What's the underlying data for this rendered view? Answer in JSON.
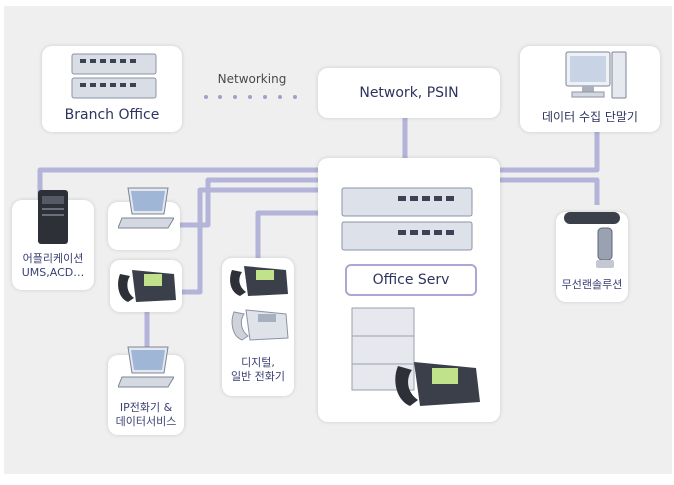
{
  "nodes": {
    "branch_office": "Branch Office",
    "networking": "Networking",
    "network_psin": "Network, PSIN",
    "data_terminal": "데이터 수집 단말기",
    "application_line1": "어플리케이션",
    "application_line2": "UMS,ACD…",
    "office_serv": "Office Serv",
    "wireless_solution": "무선랜솔루션",
    "digital_phone_line1": "디지털,",
    "digital_phone_line2": "일반 전화기",
    "ip_phone_line1": "IP전화기 &",
    "ip_phone_line2": "데이터서비스"
  },
  "icons": {
    "branch_server": "server-rack-icon",
    "pc_terminal": "desktop-computer-icon",
    "tower_server": "tower-server-icon",
    "laptop": "laptop-icon",
    "ip_phone": "ip-phone-icon",
    "office_serv_unit": "pbx-system-icon",
    "wireless_ap": "wireless-ap-icon",
    "wireless_handset": "wireless-handset-icon"
  },
  "colors": {
    "connector": "#b4b3da",
    "label": "#3b4173",
    "background": "#efefef"
  }
}
